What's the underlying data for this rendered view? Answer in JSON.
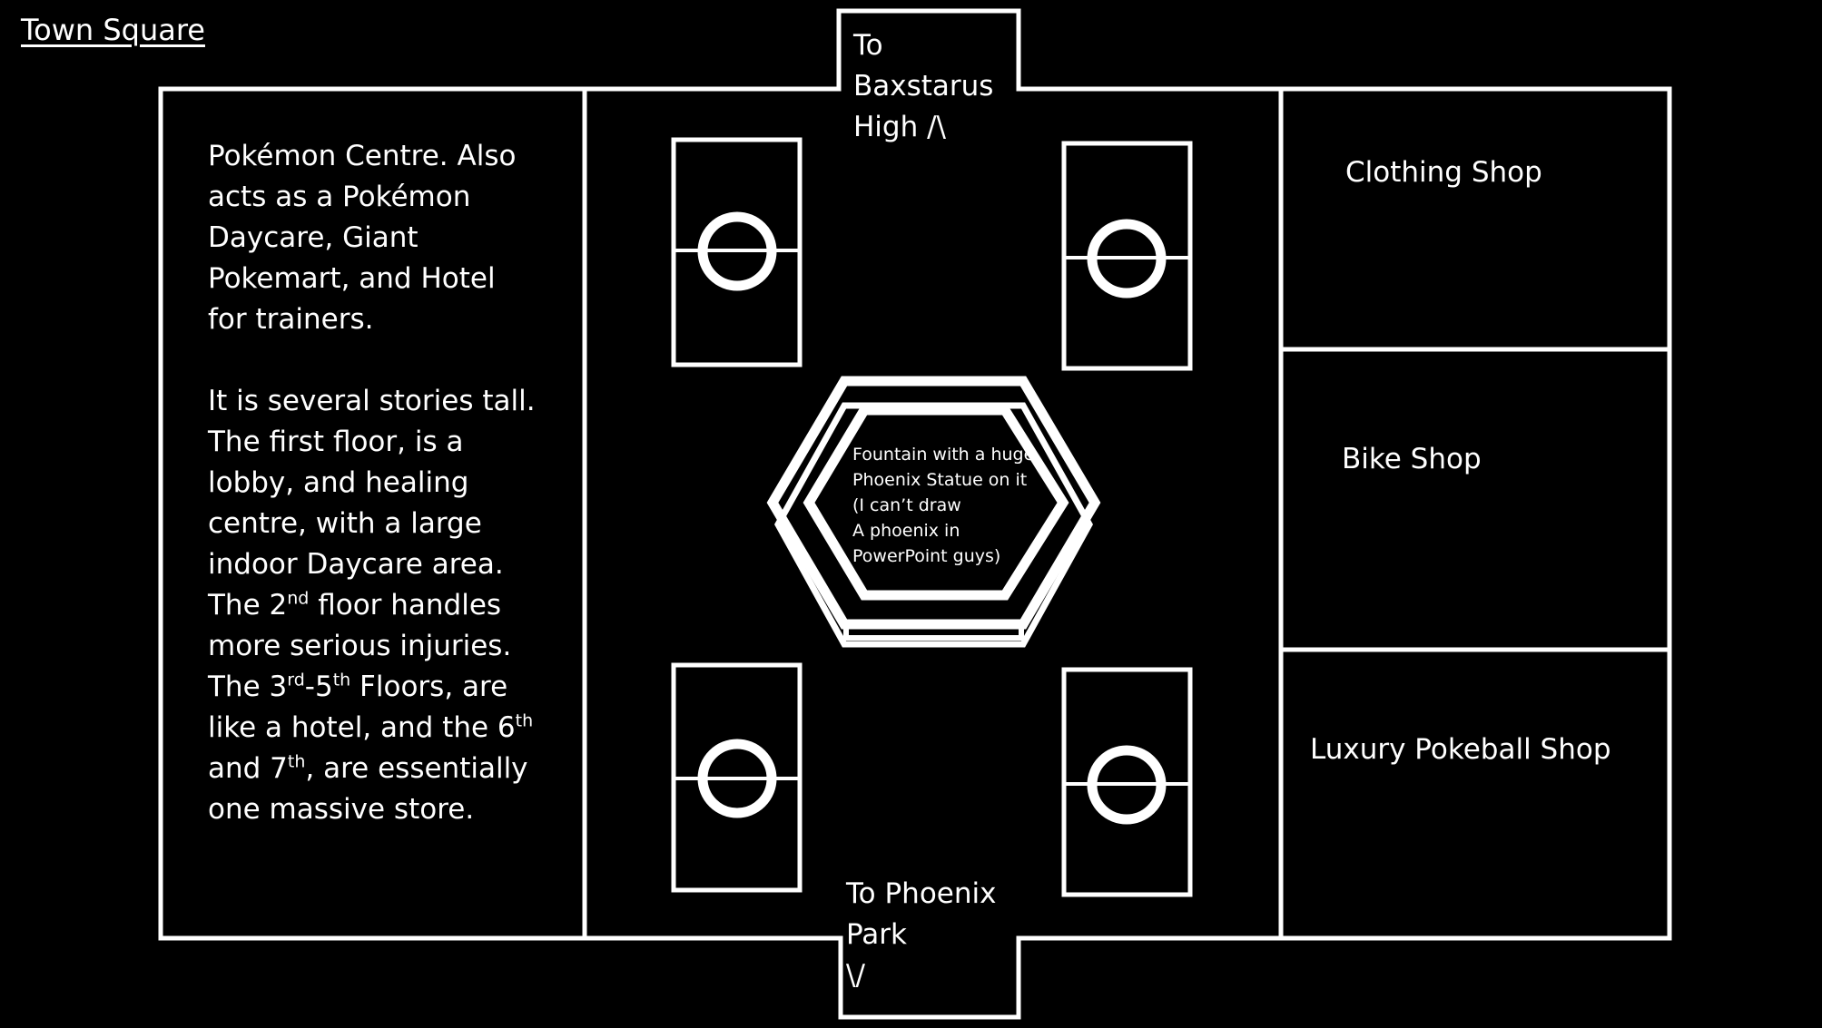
{
  "map": {
    "title": "Town Square",
    "pokemon_centre": {
      "paragraph1": [
        "Pokémon Centre. Also",
        "acts as a Pokémon",
        "Daycare, Giant",
        "Pokemart, and Hotel",
        "for trainers."
      ],
      "paragraph2": {
        "line1": "It is several stories tall.",
        "line2": "The first floor, is a",
        "line3": "lobby, and healing",
        "line4": "centre, with a large",
        "line5": "indoor Daycare area.",
        "line6_a": "The 2",
        "line6_sup": "nd",
        "line6_b": " floor handles",
        "line7": "more serious injuries.",
        "line8_a": "The 3",
        "line8_sup1": "rd",
        "line8_b": "-5",
        "line8_sup2": "th",
        "line8_c": " Floors, are",
        "line9_a": "like a hotel, and the 6",
        "line9_sup": "th",
        "line10_a": "and 7",
        "line10_sup": "th",
        "line10_b": ", are essentially",
        "line11": "one massive store."
      }
    },
    "north_exit": [
      "To",
      "Baxstarus",
      "High /\\"
    ],
    "south_exit": [
      "To Phoenix",
      "Park",
      "\\/"
    ],
    "shops": {
      "clothing": "Clothing Shop",
      "bike": "Bike Shop",
      "luxury": "Luxury Pokeball Shop"
    },
    "fountain": [
      "Fountain with a huge",
      "Phoenix Statue on it",
      "(I can’t draw",
      "A phoenix in",
      "PowerPoint guys)"
    ],
    "colors": {
      "background": "#000000",
      "lines": "#ffffff"
    }
  }
}
